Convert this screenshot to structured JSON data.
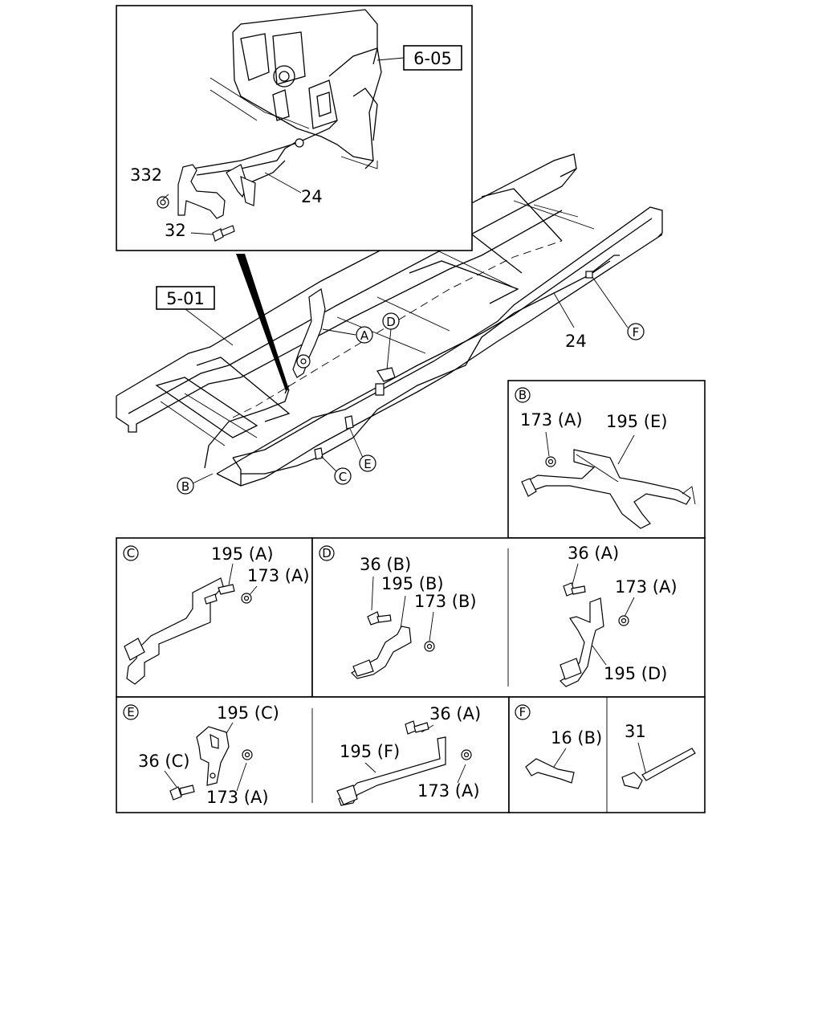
{
  "refs": {
    "six_05": "6-05",
    "five_01": "5-01"
  },
  "top_inset": {
    "p332": "332",
    "p32": "32",
    "p24": "24"
  },
  "main": {
    "p24": "24",
    "callout_a": "A",
    "callout_b": "B",
    "callout_c": "C",
    "callout_d": "D",
    "callout_e": "E",
    "callout_f": "F"
  },
  "panel_b": {
    "tag": "B",
    "p173a": "173 (A)",
    "p195e": "195 (E)"
  },
  "panel_c": {
    "tag": "C",
    "p195a": "195 (A)",
    "p173a": "173 (A)"
  },
  "panel_d": {
    "tag": "D",
    "p36b": "36 (B)",
    "p195b": "195 (B)",
    "p173b": "173 (B)",
    "p36a": "36 (A)",
    "p173a": "173 (A)",
    "p195d": "195 (D)"
  },
  "panel_e": {
    "tag": "E",
    "p195c": "195 (C)",
    "p36c": "36 (C)",
    "p173a_left": "173 (A)",
    "p36a": "36 (A)",
    "p195f": "195 (F)",
    "p173a_right": "173 (A)"
  },
  "panel_f": {
    "tag": "F",
    "p16b": "16 (B)",
    "p31": "31"
  }
}
